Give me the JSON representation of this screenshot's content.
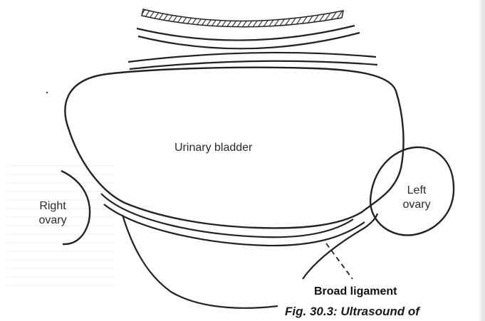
{
  "labels": {
    "urinary_bladder": "Urinary bladder",
    "right_ovary": "Right\novary",
    "left_ovary": "Left\novary",
    "broad_ligament": "Broad ligament",
    "caption": "Fig. 30.3: Ultrasound of"
  },
  "colors": {
    "line": "#222222",
    "background": "#ffffff"
  }
}
